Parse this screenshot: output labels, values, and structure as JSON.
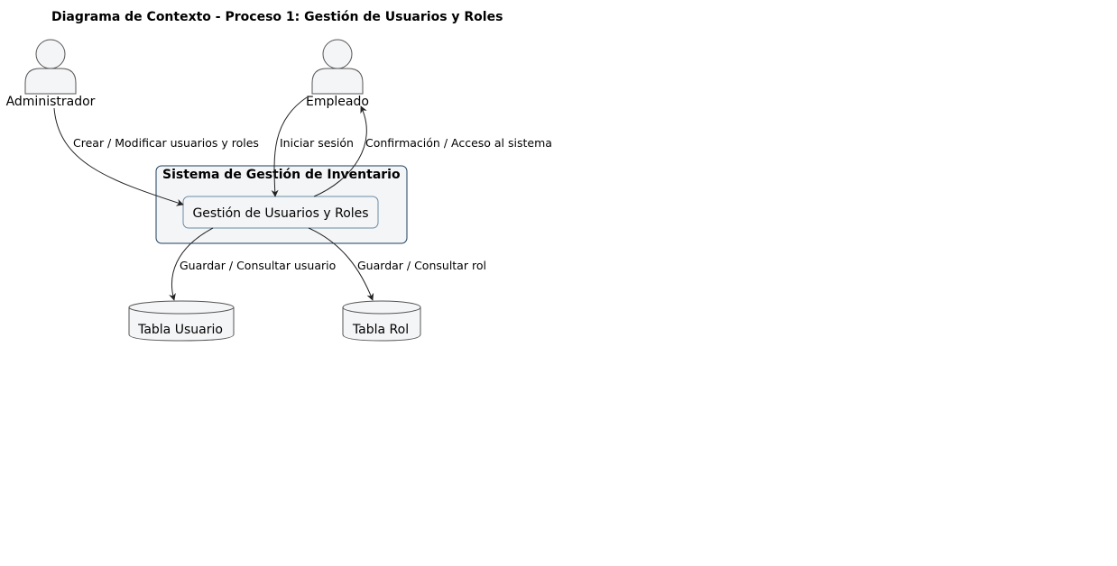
{
  "title": "Diagrama de Contexto - Proceso 1: Gestión de Usuarios y Roles",
  "actors": {
    "admin": {
      "label": "Administrador",
      "icon": "person-icon"
    },
    "employee": {
      "label": "Empleado",
      "icon": "person-icon"
    }
  },
  "system": {
    "label": "Sistema de Gestión de Inventario",
    "process": "Gestión de Usuarios y Roles"
  },
  "databases": {
    "users": {
      "label": "Tabla Usuario",
      "icon": "database-icon"
    },
    "roles": {
      "label": "Tabla Rol",
      "icon": "database-icon"
    }
  },
  "flows": {
    "admin_to_process": "Crear / Modificar usuarios y roles",
    "employee_to_process": "Iniciar sesión",
    "process_to_employee": "Confirmación / Acceso al sistema",
    "process_to_users": "Guardar / Consultar usuario",
    "process_to_roles": "Guardar / Consultar rol"
  },
  "colors": {
    "fill": "#f4f5f7",
    "stroke": "#555555",
    "system_border": "#1c3f5e",
    "process_border": "#6a8aa6",
    "arrow": "#222222"
  }
}
